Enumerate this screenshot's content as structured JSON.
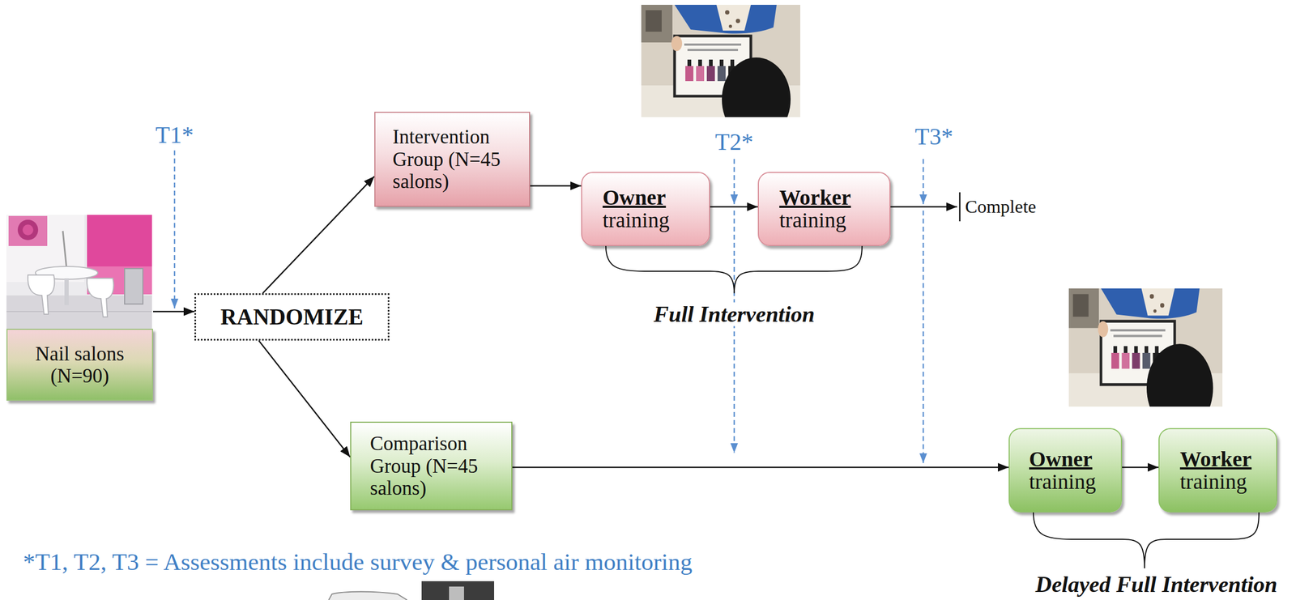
{
  "diagram": {
    "nodes": [
      {
        "text": [
          "Nail salons (N=90)"
        ]
      },
      {
        "text": [
          "RANDOMIZE"
        ]
      },
      {
        "text": [
          "Intervention Group (N=45 salons)"
        ]
      },
      {
        "text": [
          "Owner",
          "training"
        ]
      },
      {
        "text": [
          "Worker",
          "training"
        ]
      },
      {
        "text": [
          "Comparison Group (N=45 salons)"
        ]
      },
      {
        "text": [
          "Owner",
          "training"
        ]
      },
      {
        "text": [
          "Worker",
          "training"
        ]
      }
    ],
    "edges": [
      {
        "from": 0,
        "to": 1,
        "arrow": "to"
      },
      {
        "from": 1,
        "to": 2,
        "arrow": "to"
      },
      {
        "from": 1,
        "to": 5,
        "arrow": "to"
      },
      {
        "from": 2,
        "to": 3,
        "arrow": "to"
      },
      {
        "from": 3,
        "to": 4,
        "arrow": "to"
      },
      {
        "from": 5,
        "to": 6,
        "arrow": "to"
      },
      {
        "from": 6,
        "to": 7,
        "arrow": "to"
      }
    ],
    "labels": [
      "T1*",
      "T2*",
      "T3*",
      "Complete",
      "Full Intervention",
      "Delayed Full Intervention",
      "*T1, T2, T3 = Assessments include survey & personal air monitoring"
    ]
  }
}
